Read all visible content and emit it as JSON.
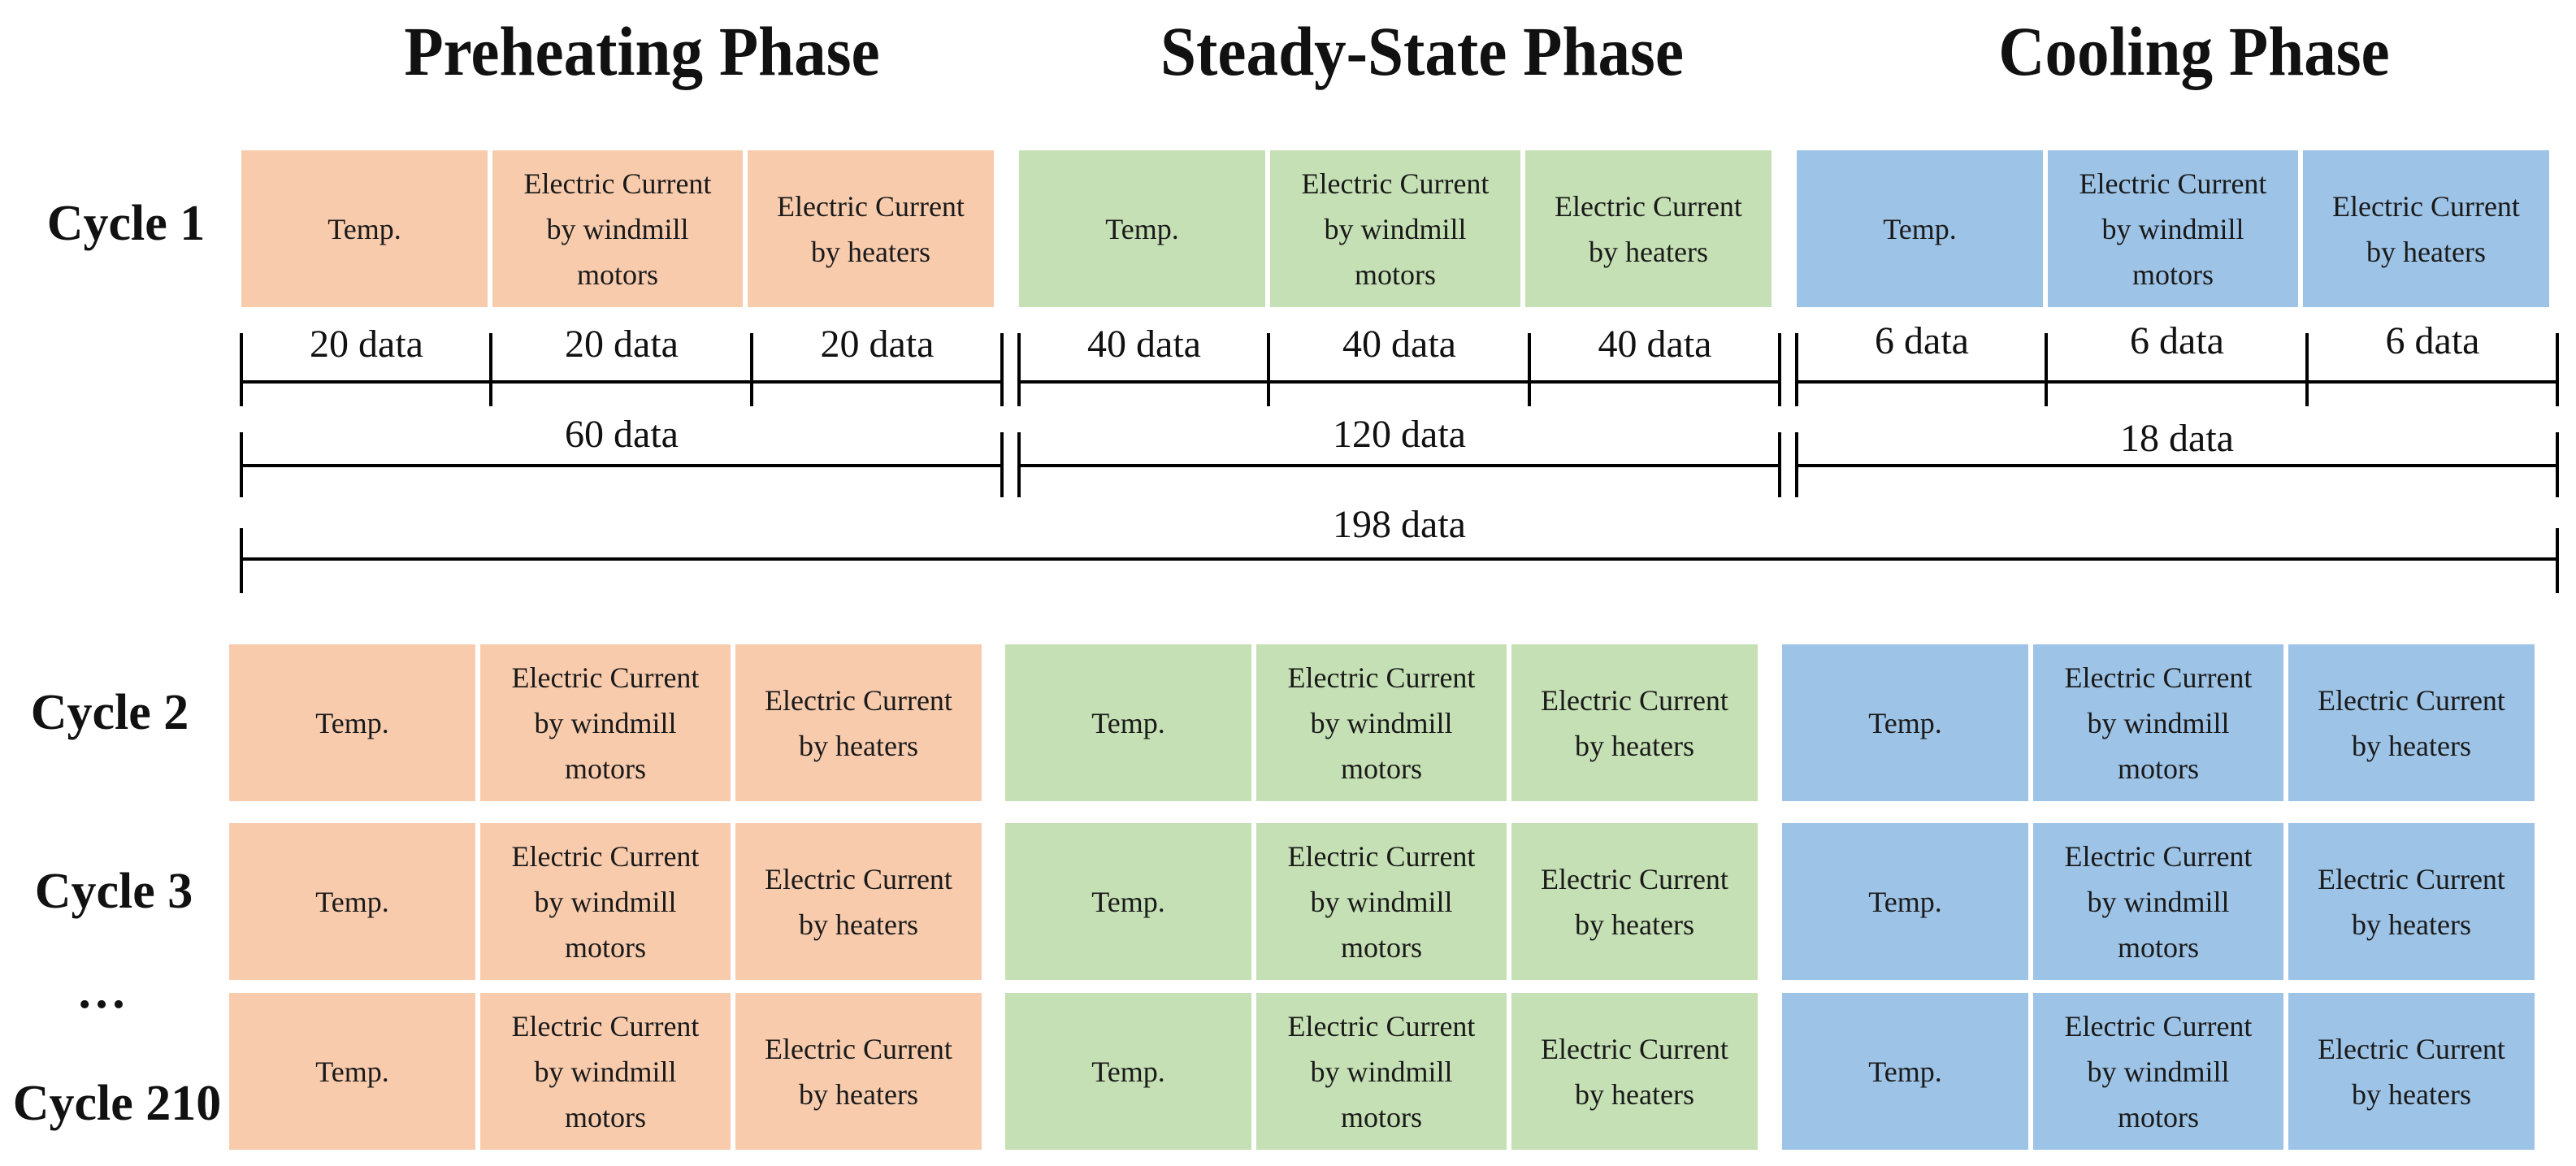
{
  "phases": [
    {
      "title": "Preheating Phase",
      "color": "#f8cbad"
    },
    {
      "title": "Steady-State Phase",
      "color": "#c5e0b4"
    },
    {
      "title": "Cooling Phase",
      "color": "#9dc3e6"
    }
  ],
  "cell_labels": {
    "temp": "Temp.",
    "motors": [
      "Electric Current",
      "by windmill",
      "motors"
    ],
    "heaters": [
      "Electric Current",
      "by heaters"
    ]
  },
  "cycles": [
    "Cycle 1",
    "Cycle 2",
    "Cycle 3",
    "Cycle 210"
  ],
  "ellipsis": "…",
  "dimensions": {
    "per_variable": {
      "preheating": [
        "20 data",
        "20 data",
        "20 data"
      ],
      "steady": [
        "40 data",
        "40 data",
        "40 data"
      ],
      "cooling": [
        "6 data",
        "6 data",
        "6 data"
      ]
    },
    "per_phase": [
      "60 data",
      "120 data",
      "18 data"
    ],
    "total": "198 data"
  }
}
